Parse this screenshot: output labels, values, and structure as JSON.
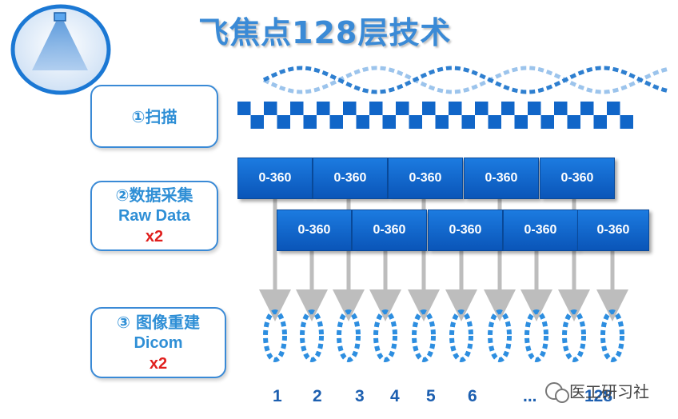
{
  "title": "飞焦点128层技术",
  "steps": [
    {
      "line1": "①扫描"
    },
    {
      "line1": "②数据采集",
      "line2": "Raw Data",
      "line3": "x2"
    },
    {
      "line1": "③ 图像重建",
      "line2": "Dicom",
      "line3": "x2"
    }
  ],
  "blocks_row1": [
    "0-360",
    "0-360",
    "0-360",
    "0-360",
    "0-360"
  ],
  "blocks_row2": [
    "0-360",
    "0-360",
    "0-360",
    "0-360",
    "0-360"
  ],
  "slice_numbers": [
    "1",
    "2",
    "3",
    "4",
    "5",
    "6",
    "...",
    "128"
  ],
  "watermark": "医工研习社",
  "icons": [
    "ct-scanner-logo-icon",
    "wechat-icon"
  ],
  "colors": {
    "accent": "#3a8ad6",
    "block": "#0a62c8",
    "highlight": "#e0201e"
  }
}
